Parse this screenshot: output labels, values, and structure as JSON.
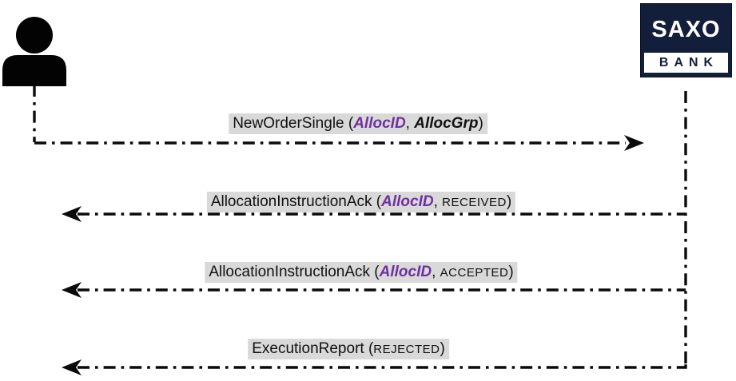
{
  "colors": {
    "navy": "#131F3A",
    "purple": "#7030A0",
    "label_bg": "#D9D9D9",
    "line": "#0A0A0A"
  },
  "actors": {
    "client": {
      "icon": "person-icon"
    },
    "bank": {
      "logo_line1": "SAXO",
      "logo_line2": "BANK"
    }
  },
  "messages": [
    {
      "name": "NewOrderSingle",
      "direction": "right",
      "parts": [
        {
          "text": "NewOrderSingle ("
        },
        {
          "text": "AllocID"
        },
        {
          "text": ", "
        },
        {
          "text": "AllocGrp"
        },
        {
          "text": ")"
        }
      ]
    },
    {
      "name": "AllocationInstructionAck-received",
      "direction": "left",
      "parts": [
        {
          "text": "AllocationInstructionAck ("
        },
        {
          "text": "AllocID"
        },
        {
          "text": ", "
        },
        {
          "text": "RECEIVED"
        },
        {
          "text": ")"
        }
      ]
    },
    {
      "name": "AllocationInstructionAck-accepted",
      "direction": "left",
      "parts": [
        {
          "text": "AllocationInstructionAck ("
        },
        {
          "text": "AllocID"
        },
        {
          "text": ", "
        },
        {
          "text": "ACCEPTED"
        },
        {
          "text": ")"
        }
      ]
    },
    {
      "name": "ExecutionReport-rejected",
      "direction": "left",
      "parts": [
        {
          "text": "ExecutionReport ("
        },
        {
          "text": "REJECTED"
        },
        {
          "text": ")"
        }
      ]
    }
  ]
}
